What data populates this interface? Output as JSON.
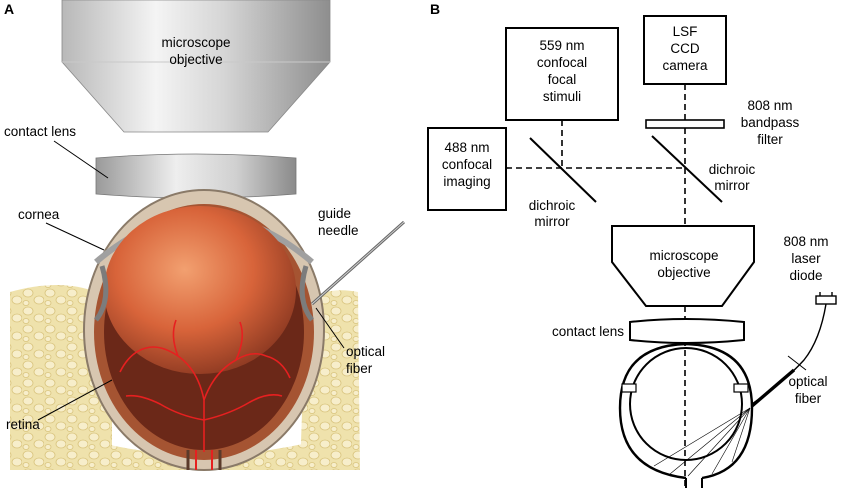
{
  "panel_a": {
    "letter": "A",
    "objective_line1": "microscope",
    "objective_line2": "objective",
    "contact_lens": "contact lens",
    "cornea": "cornea",
    "guide_needle_line1": "guide",
    "guide_needle_line2": "needle",
    "optical_fiber_line1": "optical",
    "optical_fiber_line2": "fiber",
    "retina": "retina"
  },
  "panel_b": {
    "letter": "B",
    "stim_line1": "559 nm",
    "stim_line2": "confocal",
    "stim_line3": "focal",
    "stim_line4": "stimuli",
    "cam_line1": "LSF",
    "cam_line2": "CCD",
    "cam_line3": "camera",
    "filter_line1": "808 nm",
    "filter_line2": "bandpass",
    "filter_line3": "filter",
    "imaging_line1": "488 nm",
    "imaging_line2": "confocal",
    "imaging_line3": "imaging",
    "dichroic1_line1": "dichroic",
    "dichroic1_line2": "mirror",
    "dichroic2_line1": "dichroic",
    "dichroic2_line2": "mirror",
    "objective_line1": "microscope",
    "objective_line2": "objective",
    "laser_line1": "808 nm",
    "laser_line2": "laser",
    "laser_line3": "diode",
    "contact_lens": "contact lens",
    "fiber_line1": "optical",
    "fiber_line2": "fiber"
  }
}
